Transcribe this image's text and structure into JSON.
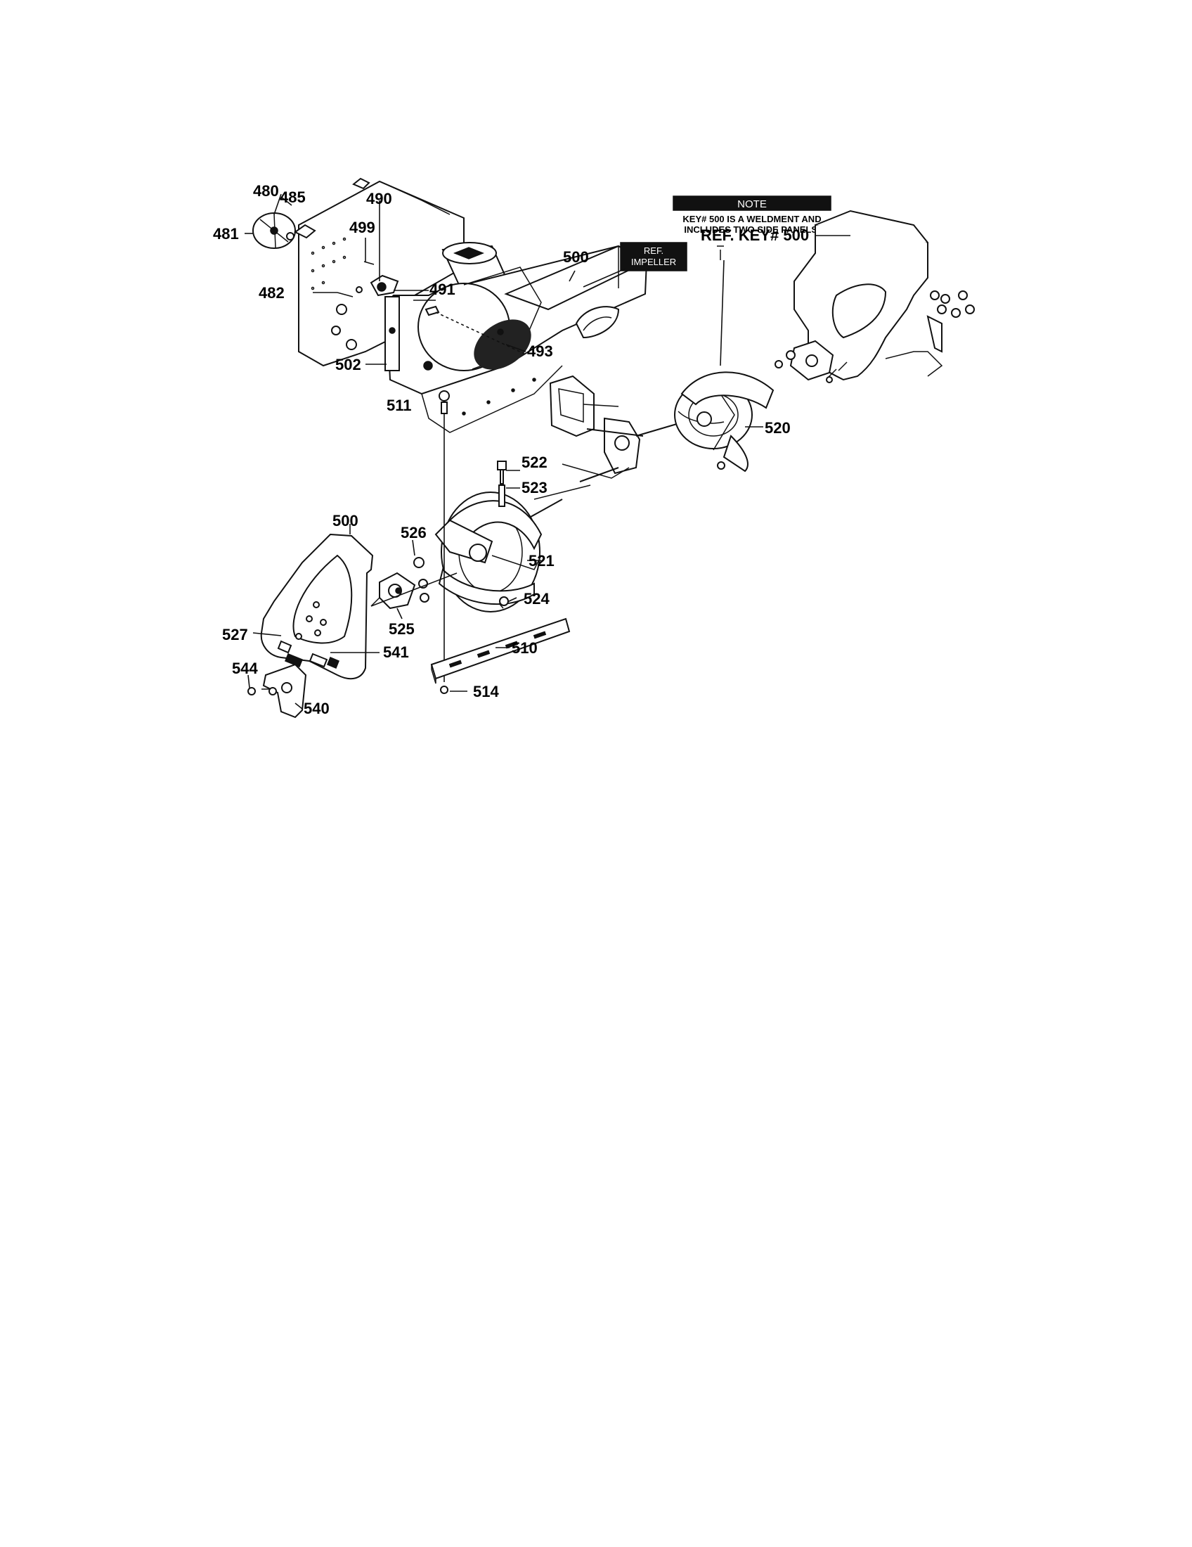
{
  "note": {
    "header": "NOTE",
    "line1": "KEY# 500 IS A WELDMENT AND",
    "line2": "INCLUDES TWO SIDE PANELS."
  },
  "ref_impeller": {
    "line1": "REF.",
    "line2": "IMPELLER"
  },
  "labels": {
    "l480": "480",
    "l485": "485",
    "l490": "490",
    "l481": "481",
    "l499": "499",
    "l482": "482",
    "l491": "491",
    "l500_top": "500",
    "l502": "502",
    "l493": "493",
    "l511": "511",
    "l520": "520",
    "l522": "522",
    "l523": "523",
    "l500_left": "500",
    "l526": "526",
    "l521": "521",
    "l524": "524",
    "l525": "525",
    "l527": "527",
    "l541": "541",
    "l510": "510",
    "l544": "544",
    "l514": "514",
    "l540": "540",
    "ref_key_500": "REF. KEY# 500"
  },
  "colors": {
    "ink": "#111111",
    "paper": "#ffffff"
  }
}
